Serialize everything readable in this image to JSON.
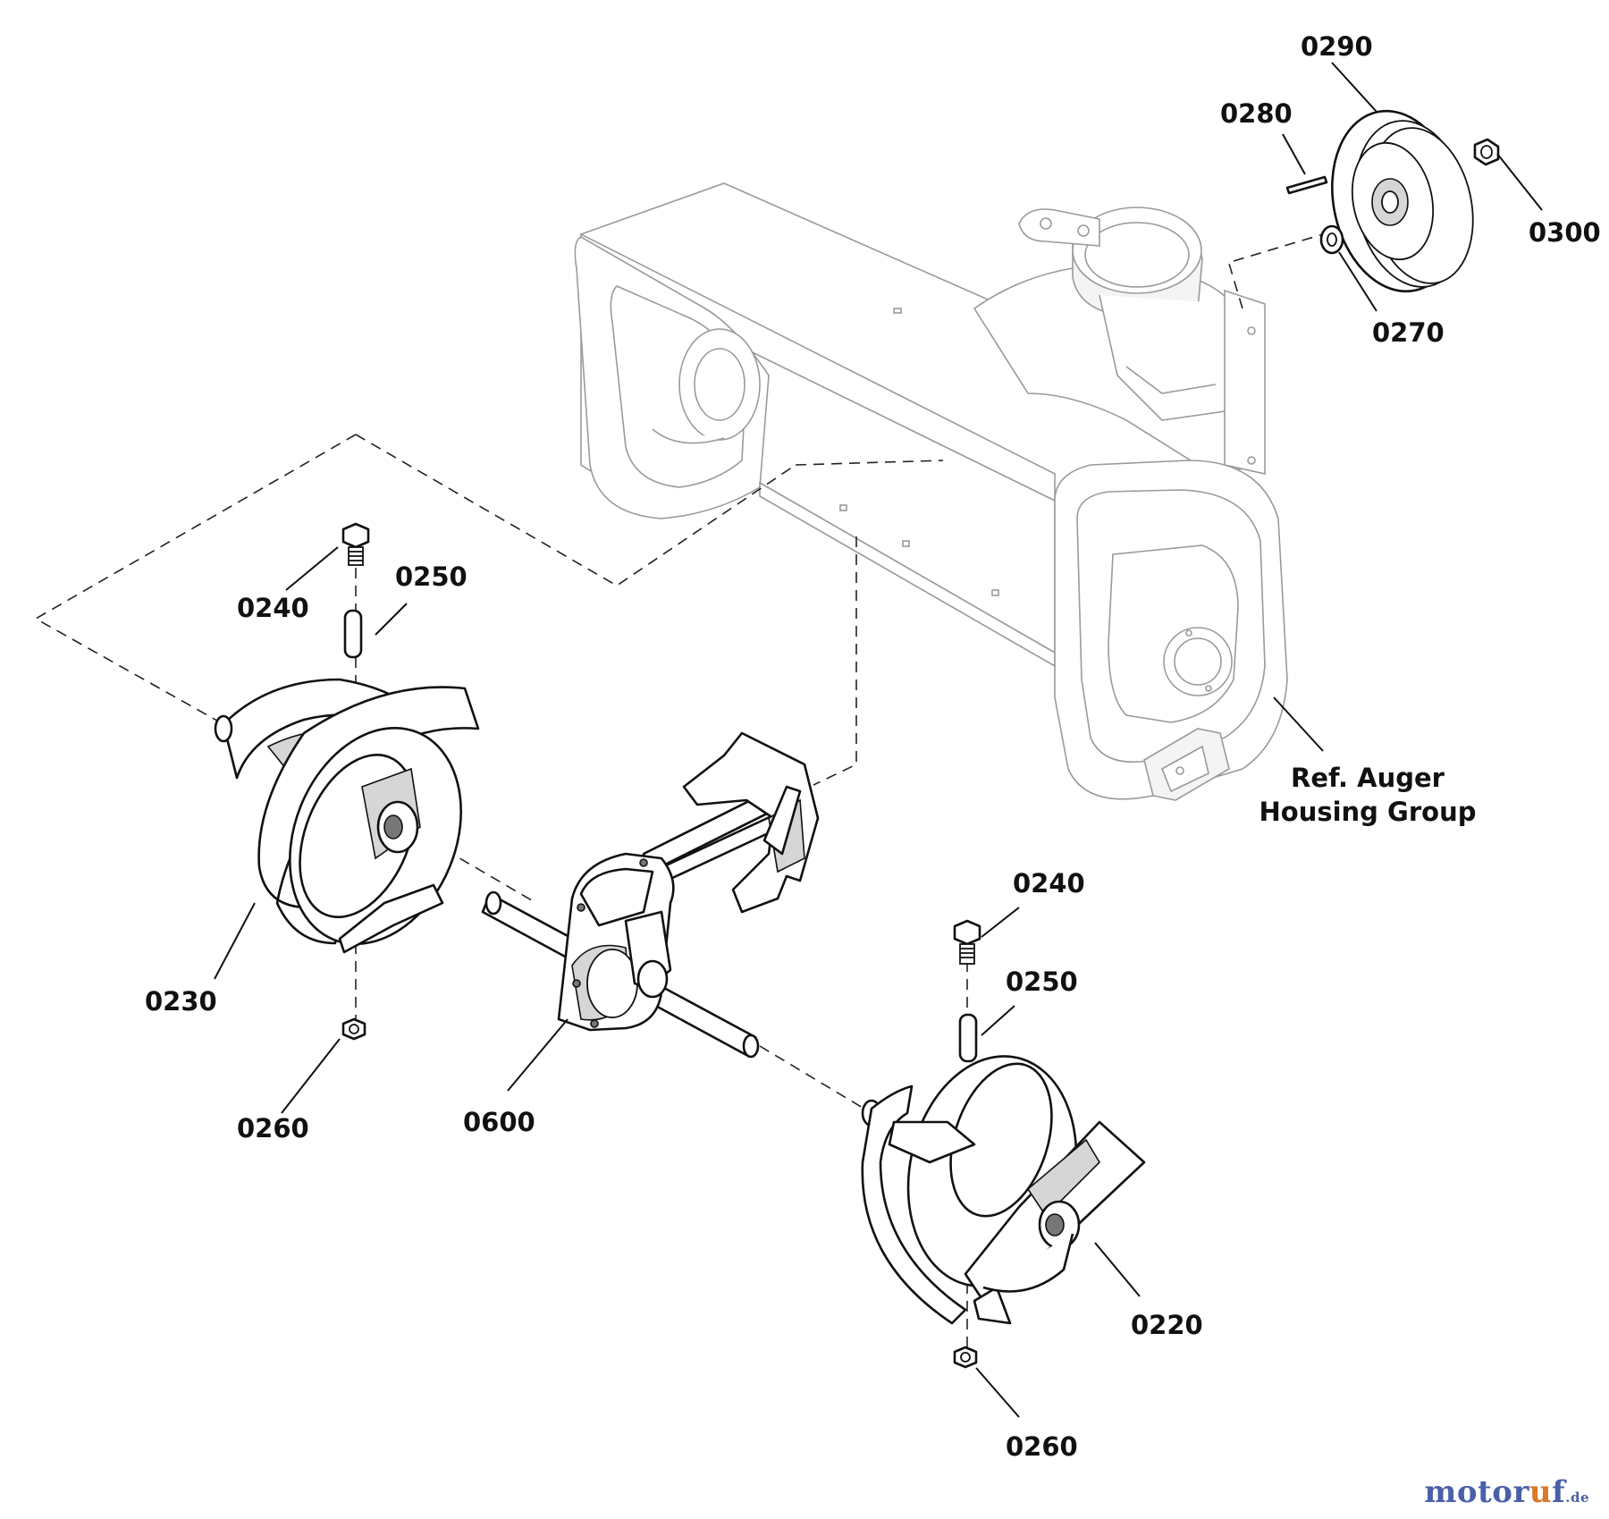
{
  "labels": {
    "p0290": "0290",
    "p0280": "0280",
    "p0300": "0300",
    "p0270": "0270",
    "p0240a": "0240",
    "p0250a": "0250",
    "p0230": "0230",
    "p0260a": "0260",
    "p0600": "0600",
    "p0240b": "0240",
    "p0250b": "0250",
    "p0220": "0220",
    "p0260b": "0260",
    "ref_line1": "Ref. Auger",
    "ref_line2": "Housing Group"
  },
  "watermark": {
    "main_start": "motor",
    "accent": "u",
    "main_end": "f",
    "tld": ".de"
  },
  "colors": {
    "watermark_blue": "#4a5fa8",
    "watermark_orange": "#d9772a"
  }
}
